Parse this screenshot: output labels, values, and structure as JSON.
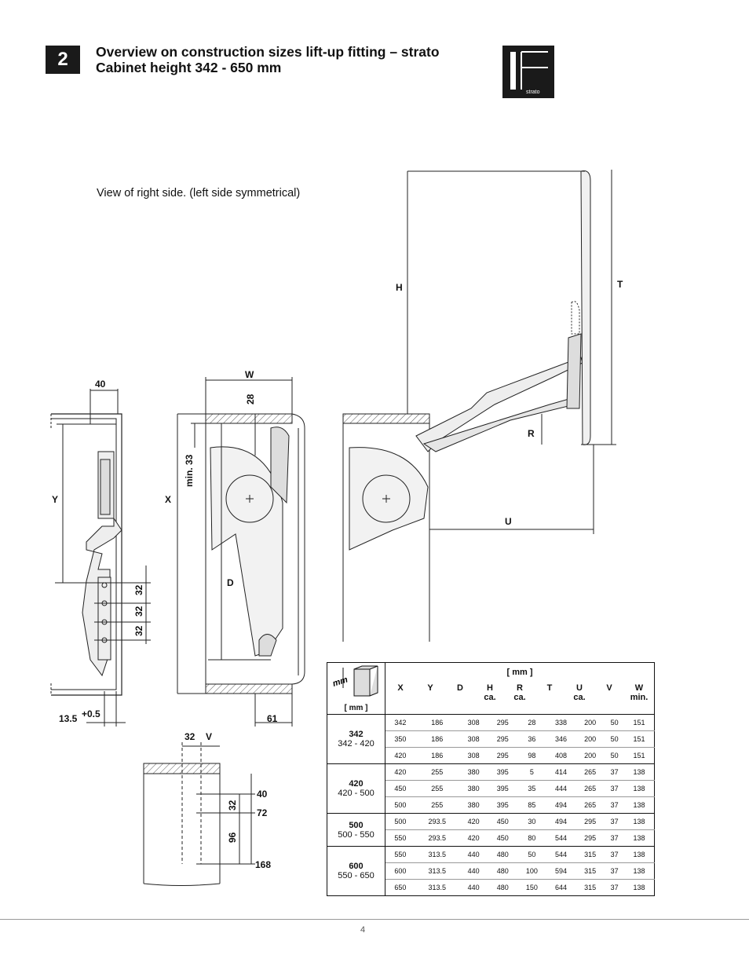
{
  "section_number": "2",
  "title_line1": "Overview on construction sizes lift-up fitting – strato",
  "title_line2": "Cabinet height 342 - 650 mm",
  "logo_text": "strato",
  "view_note": "View of right side. (left side symmetrical)",
  "drawing_labels": {
    "h": "H",
    "t": "T",
    "r": "R",
    "u": "U",
    "w": "W",
    "x": "X",
    "y": "Y",
    "d": "D",
    "d40": "40",
    "d28": "28",
    "min33": "min. 33",
    "d32a": "32",
    "d32b": "32",
    "d32c": "32",
    "d13": "13.5",
    "d05": "+0.5",
    "d61": "61",
    "d32v": "32",
    "v": "V",
    "d40b": "40",
    "d72": "72",
    "d168": "168",
    "d32d": "32",
    "d96": "96"
  },
  "table": {
    "unit_header": "[ mm ]",
    "icon_unit": "mm",
    "corner_unit": "[ mm ]",
    "columns": [
      {
        "top": "X",
        "sub": ""
      },
      {
        "top": "Y",
        "sub": ""
      },
      {
        "top": "D",
        "sub": ""
      },
      {
        "top": "H",
        "sub": "ca."
      },
      {
        "top": "R",
        "sub": "ca."
      },
      {
        "top": "T",
        "sub": ""
      },
      {
        "top": "U",
        "sub": "ca."
      },
      {
        "top": "V",
        "sub": ""
      },
      {
        "top": "W",
        "sub": "min."
      }
    ],
    "groups": [
      {
        "size": "342",
        "range": "342 - 420",
        "rows": [
          [
            "342",
            "186",
            "308",
            "295",
            "28",
            "338",
            "200",
            "50",
            "151"
          ],
          [
            "350",
            "186",
            "308",
            "295",
            "36",
            "346",
            "200",
            "50",
            "151"
          ],
          [
            "420",
            "186",
            "308",
            "295",
            "98",
            "408",
            "200",
            "50",
            "151"
          ]
        ]
      },
      {
        "size": "420",
        "range": "420 - 500",
        "rows": [
          [
            "420",
            "255",
            "380",
            "395",
            "5",
            "414",
            "265",
            "37",
            "138"
          ],
          [
            "450",
            "255",
            "380",
            "395",
            "35",
            "444",
            "265",
            "37",
            "138"
          ],
          [
            "500",
            "255",
            "380",
            "395",
            "85",
            "494",
            "265",
            "37",
            "138"
          ]
        ]
      },
      {
        "size": "500",
        "range": "500 - 550",
        "rows": [
          [
            "500",
            "293.5",
            "420",
            "450",
            "30",
            "494",
            "295",
            "37",
            "138"
          ],
          [
            "550",
            "293.5",
            "420",
            "450",
            "80",
            "544",
            "295",
            "37",
            "138"
          ]
        ]
      },
      {
        "size": "600",
        "range": "550 - 650",
        "rows": [
          [
            "550",
            "313.5",
            "440",
            "480",
            "50",
            "544",
            "315",
            "37",
            "138"
          ],
          [
            "600",
            "313.5",
            "440",
            "480",
            "100",
            "594",
            "315",
            "37",
            "138"
          ],
          [
            "650",
            "313.5",
            "440",
            "480",
            "150",
            "644",
            "315",
            "37",
            "138"
          ]
        ]
      }
    ]
  },
  "page_number": "4"
}
